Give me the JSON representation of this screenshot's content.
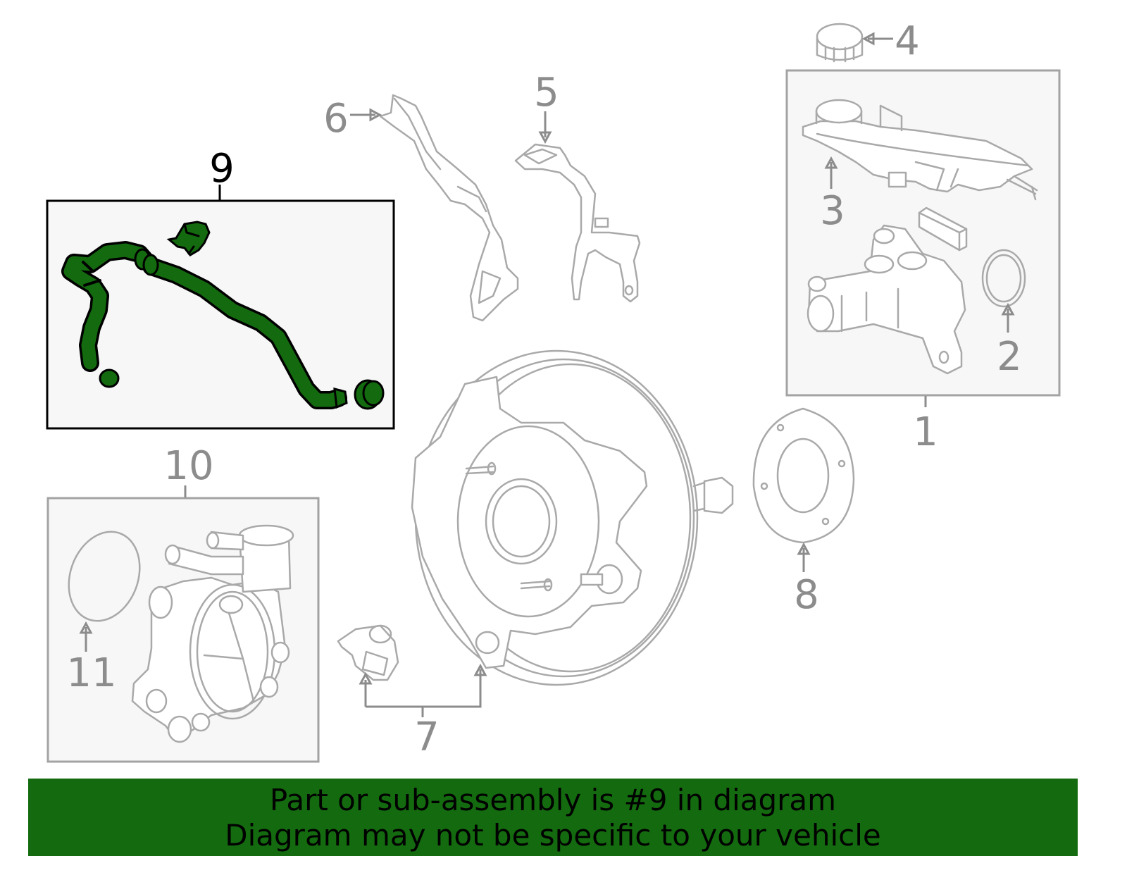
{
  "callouts": {
    "c1": "1",
    "c2": "2",
    "c3": "3",
    "c4": "4",
    "c5": "5",
    "c6": "6",
    "c7": "7",
    "c8": "8",
    "c9": "9",
    "c10": "10",
    "c11": "11"
  },
  "highlight": {
    "part_number": "9",
    "color": "#146b0f"
  },
  "colors": {
    "banner_bg": "#146b0f",
    "part_line": "#a9a9a9",
    "callout_text": "#8c8c8c",
    "box_fill": "#f7f7f7"
  },
  "banner": {
    "line1": "Part or sub-assembly is #9 in diagram",
    "line2": "Diagram may not be specific to your vehicle"
  }
}
